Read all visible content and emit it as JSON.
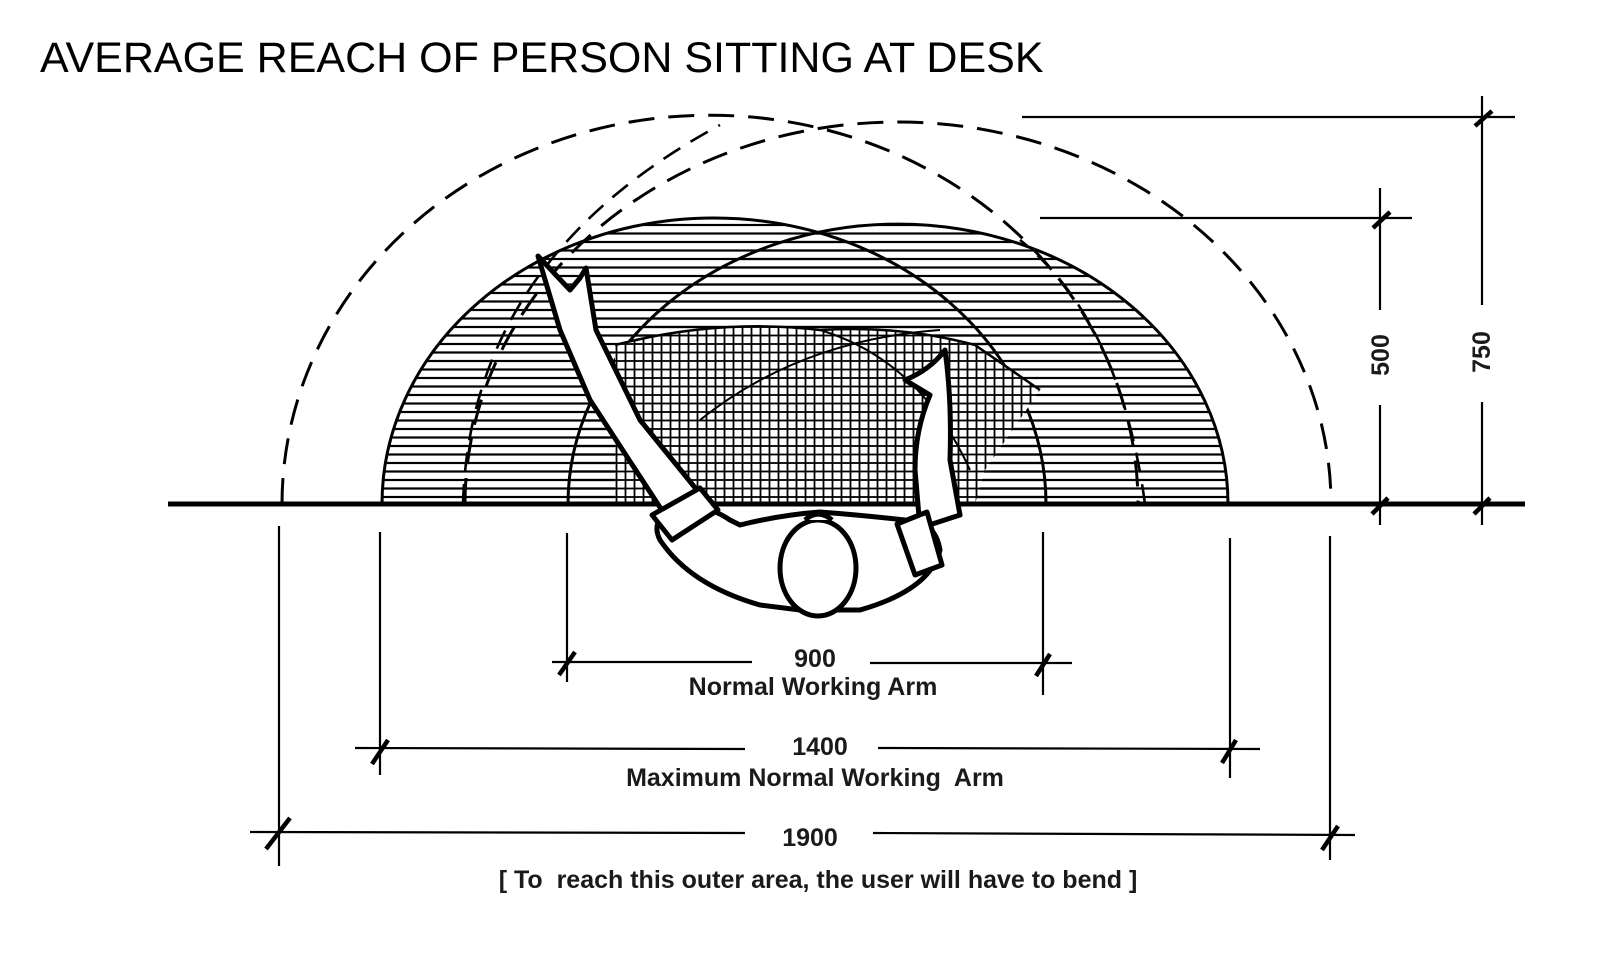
{
  "title": "AVERAGE REACH OF PERSON SITTING AT DESK",
  "diagram": {
    "type": "plan-view reach zones of a seated person at a desk",
    "zones": [
      {
        "name": "normal-working-area",
        "pattern": "crosshatch"
      },
      {
        "name": "maximum-normal-working-area",
        "pattern": "horizontal-hatch"
      },
      {
        "name": "outer-bend-area",
        "pattern": "dashed-arc-outline"
      }
    ],
    "dimensions": {
      "horizontal": [
        {
          "value": "900",
          "label": "Normal Working Arm"
        },
        {
          "value": "1400",
          "label": "Maximum Normal Working  Arm"
        },
        {
          "value": "1900",
          "label": "[ To  reach this outer area, the user will have to bend ]"
        }
      ],
      "vertical": [
        {
          "value": "500"
        },
        {
          "value": "750"
        }
      ]
    },
    "colors": {
      "ink": "#000000",
      "background": "#ffffff"
    }
  }
}
